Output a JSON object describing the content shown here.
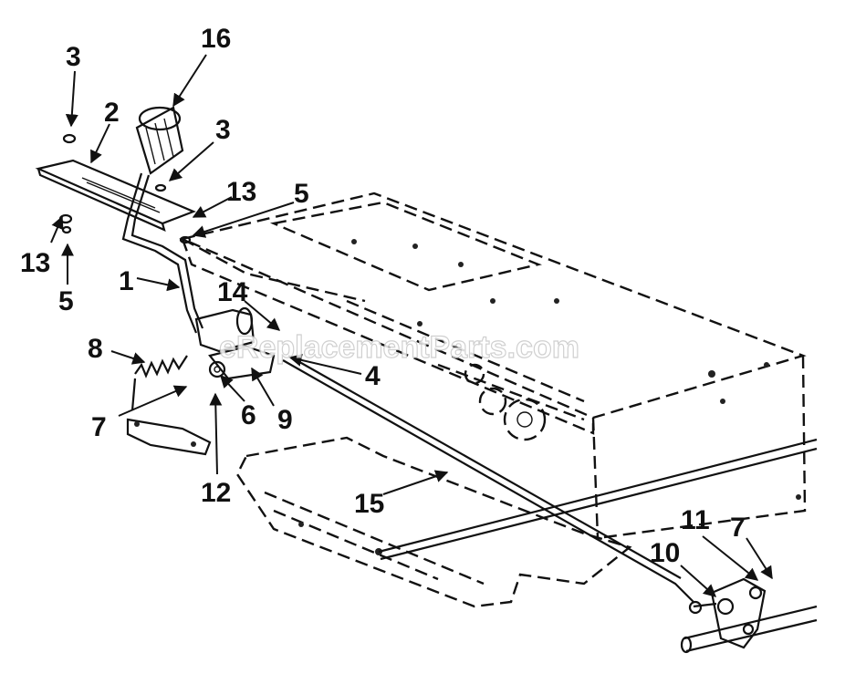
{
  "diagram": {
    "callouts": [
      {
        "id": "c16",
        "text": "16"
      },
      {
        "id": "c3a",
        "text": "3"
      },
      {
        "id": "c2",
        "text": "2"
      },
      {
        "id": "c3b",
        "text": "3"
      },
      {
        "id": "c13a",
        "text": "13"
      },
      {
        "id": "c5a",
        "text": "5"
      },
      {
        "id": "c13b",
        "text": "13"
      },
      {
        "id": "c5b",
        "text": "5"
      },
      {
        "id": "c1",
        "text": "1"
      },
      {
        "id": "c14",
        "text": "14"
      },
      {
        "id": "c8",
        "text": "8"
      },
      {
        "id": "c4",
        "text": "4"
      },
      {
        "id": "c7a",
        "text": "7"
      },
      {
        "id": "c6",
        "text": "6"
      },
      {
        "id": "c9",
        "text": "9"
      },
      {
        "id": "c12",
        "text": "12"
      },
      {
        "id": "c15",
        "text": "15"
      },
      {
        "id": "c11",
        "text": "11"
      },
      {
        "id": "c7b",
        "text": "7"
      },
      {
        "id": "c10",
        "text": "10"
      }
    ],
    "watermark": "eReplacementParts.com"
  }
}
